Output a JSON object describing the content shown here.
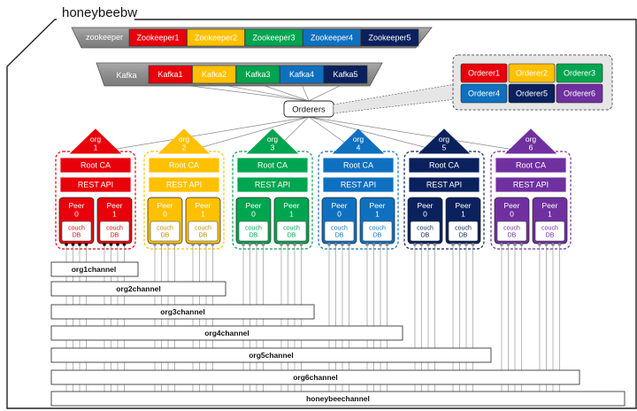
{
  "title": "honeybeebw",
  "zookeeper": {
    "label": "zookeeper",
    "nodes": [
      {
        "name": "Zookeeper1",
        "color": "#e8000b"
      },
      {
        "name": "Zookeeper2",
        "color": "#ffc000"
      },
      {
        "name": "Zookeeper3",
        "color": "#00a54f"
      },
      {
        "name": "Zookeeper4",
        "color": "#0f70c0"
      },
      {
        "name": "Zookeeper5",
        "color": "#0a215e"
      }
    ]
  },
  "kafka": {
    "label": "Kafka",
    "nodes": [
      {
        "name": "Kafka1",
        "color": "#e8000b"
      },
      {
        "name": "Kafka2",
        "color": "#ffc000"
      },
      {
        "name": "Kafka3",
        "color": "#00a54f"
      },
      {
        "name": "Kafka4",
        "color": "#0f70c0"
      },
      {
        "name": "Kafka5",
        "color": "#0a215e"
      }
    ]
  },
  "orderers_label": "Orderers",
  "orderers": [
    {
      "name": "Orderer1",
      "color": "#e8000b"
    },
    {
      "name": "Orderer2",
      "color": "#ffc000"
    },
    {
      "name": "Orderer3",
      "color": "#00a54f"
    },
    {
      "name": "Orderer4",
      "color": "#0f70c0"
    },
    {
      "name": "Orderer5",
      "color": "#0a215e"
    },
    {
      "name": "Orderer6",
      "color": "#7030a0"
    }
  ],
  "orgs": [
    {
      "label": "org\n1",
      "color": "#e8000b",
      "root_ca": "Root CA",
      "rest_api": "REST API",
      "peers": [
        {
          "label": "Peer\n0",
          "db": "couch\nDB"
        },
        {
          "label": "Peer\n1",
          "db": "couch\nDB"
        }
      ]
    },
    {
      "label": "org\n2",
      "color": "#ffc000",
      "root_ca": "Root CA",
      "rest_api": "REST API",
      "peers": [
        {
          "label": "Peer\n0",
          "db": "couch\nDB"
        },
        {
          "label": "Peer\n1",
          "db": "couch\nDB"
        }
      ]
    },
    {
      "label": "org\n3",
      "color": "#00a54f",
      "root_ca": "Root CA",
      "rest_api": "REST API",
      "peers": [
        {
          "label": "Peer\n0",
          "db": "couch\nDB"
        },
        {
          "label": "Peer\n1",
          "db": "couch\nDB"
        }
      ]
    },
    {
      "label": "org\n4",
      "color": "#0f70c0",
      "root_ca": "Root CA",
      "rest_api": "REST API",
      "peers": [
        {
          "label": "Peer\n0",
          "db": "couch\nDB"
        },
        {
          "label": "Peer\n1",
          "db": "couch\nDB"
        }
      ]
    },
    {
      "label": "org\n5",
      "color": "#0a215e",
      "root_ca": "Root CA",
      "rest_api": "REST API",
      "peers": [
        {
          "label": "Peer\n0",
          "db": "couch\nDB"
        },
        {
          "label": "Peer\n1",
          "db": "couch\nDB"
        }
      ]
    },
    {
      "label": "org\n6",
      "color": "#7030a0",
      "root_ca": "Root CA",
      "rest_api": "REST API",
      "peers": [
        {
          "label": "Peer\n0",
          "db": "couch\nDB"
        },
        {
          "label": "Peer\n1",
          "db": "couch\nDB"
        }
      ]
    }
  ],
  "channels": [
    "org1channel",
    "org2channel",
    "org3channel",
    "org4channel",
    "org5channel",
    "org6channel",
    "honeybeechannel"
  ]
}
